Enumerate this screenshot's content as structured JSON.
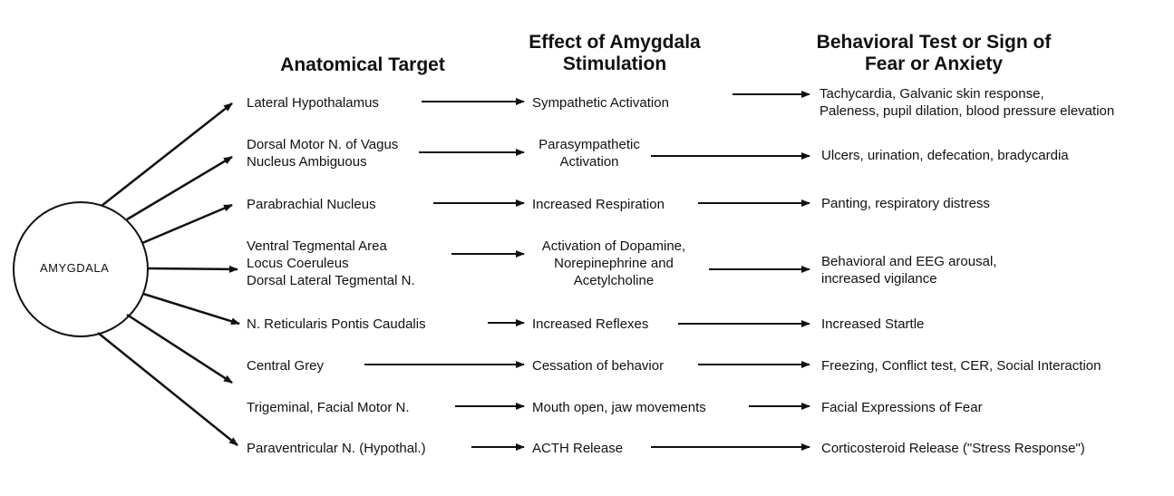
{
  "headers": {
    "anatomical_target": "Anatomical Target",
    "effect": "Effect of Amygdala\nStimulation",
    "behavioral": "Behavioral Test or Sign of\nFear or Anxiety"
  },
  "hub": {
    "label": "AMYGDALA"
  },
  "rows": [
    {
      "target": "Lateral Hypothalamus",
      "effect": "Sympathetic Activation",
      "sign": "Tachycardia, Galvanic skin response,\n  Paleness, pupil dilation, blood pressure elevation"
    },
    {
      "target": "Dorsal Motor N. of Vagus\nNucleus Ambiguous",
      "effect": "Parasympathetic\nActivation",
      "sign": "Ulcers, urination, defecation, bradycardia"
    },
    {
      "target": "Parabrachial Nucleus",
      "effect": "Increased Respiration",
      "sign": "Panting, respiratory distress"
    },
    {
      "target": "Ventral Tegmental Area\nLocus Coeruleus\nDorsal Lateral Tegmental N.",
      "effect": "Activation of Dopamine,\nNorepinephrine and\nAcetylcholine",
      "sign": "Behavioral and EEG arousal,\n  increased vigilance"
    },
    {
      "target": "N. Reticularis Pontis Caudalis",
      "effect": "Increased Reflexes",
      "sign": "Increased Startle"
    },
    {
      "target": "Central Grey",
      "effect": "Cessation of behavior",
      "sign": "Freezing, Conflict test, CER, Social Interaction"
    },
    {
      "target": "Trigeminal, Facial Motor N.",
      "effect": "Mouth open, jaw movements",
      "sign": "Facial Expressions of Fear"
    },
    {
      "target": "Paraventricular N. (Hypothal.)",
      "effect": "ACTH Release",
      "sign": "Corticosteroid Release (\"Stress Response\")"
    }
  ]
}
